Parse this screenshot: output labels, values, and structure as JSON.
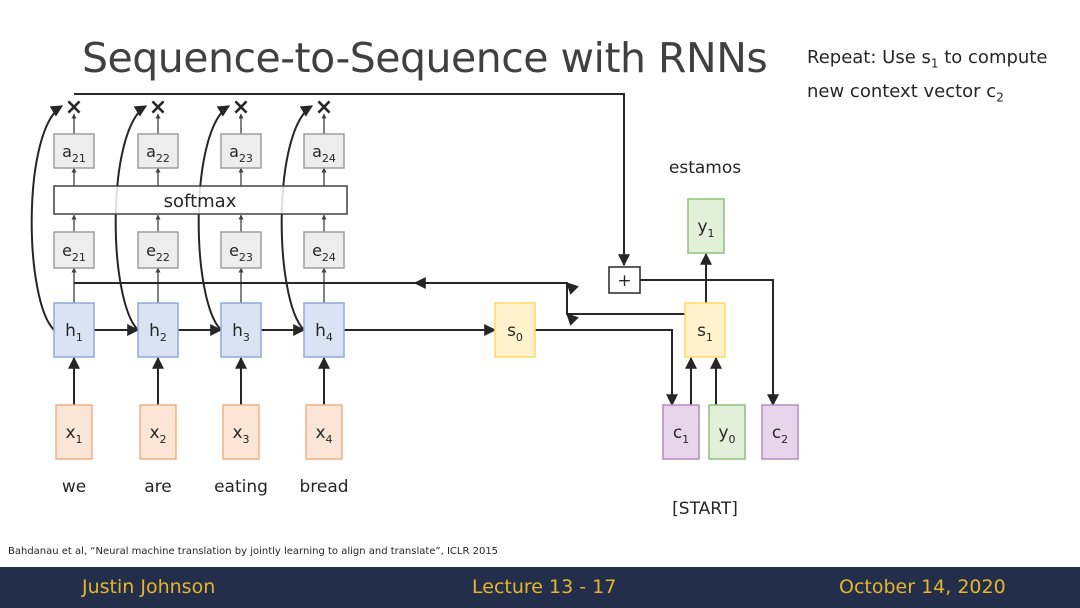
{
  "title": "Sequence-to-Sequence with RNNs",
  "note": {
    "line1_pre": "Repeat: Use s",
    "line1_sub": "1",
    "line1_post": " to compute",
    "line2_pre": "new context vector c",
    "line2_sub": "2"
  },
  "encoder": {
    "inputs": [
      {
        "base": "x",
        "sub": "1"
      },
      {
        "base": "x",
        "sub": "2"
      },
      {
        "base": "x",
        "sub": "3"
      },
      {
        "base": "x",
        "sub": "4"
      }
    ],
    "hidden": [
      {
        "base": "h",
        "sub": "1"
      },
      {
        "base": "h",
        "sub": "2"
      },
      {
        "base": "h",
        "sub": "3"
      },
      {
        "base": "h",
        "sub": "4"
      }
    ],
    "scores": [
      {
        "base": "e",
        "sub": "21"
      },
      {
        "base": "e",
        "sub": "22"
      },
      {
        "base": "e",
        "sub": "23"
      },
      {
        "base": "e",
        "sub": "24"
      }
    ],
    "weights": [
      {
        "base": "a",
        "sub": "21"
      },
      {
        "base": "a",
        "sub": "22"
      },
      {
        "base": "a",
        "sub": "23"
      },
      {
        "base": "a",
        "sub": "24"
      }
    ],
    "words": [
      "we",
      "are",
      "eating",
      "bread"
    ]
  },
  "softmax_label": "softmax",
  "multiply_symbol": "×",
  "plus_symbol": "+",
  "decoder": {
    "s0": {
      "base": "s",
      "sub": "0"
    },
    "s1": {
      "base": "s",
      "sub": "1"
    },
    "c1": {
      "base": "c",
      "sub": "1"
    },
    "y0": {
      "base": "y",
      "sub": "0"
    },
    "c2": {
      "base": "c",
      "sub": "2"
    },
    "y1": {
      "base": "y",
      "sub": "1"
    },
    "output_word": "estamos",
    "start_token": "[START]"
  },
  "citation": "Bahdanau et al, “Neural machine translation by jointly learning to align and translate”, ICLR 2015",
  "footer": {
    "author": "Justin Johnson",
    "lecture": "Lecture 13 - 17",
    "date": "October 14, 2020"
  },
  "colors": {
    "x_fill": "#fbe5d6",
    "x_stroke": "#f4b183",
    "h_fill": "#dae3f3",
    "h_stroke": "#8faadc",
    "s_fill": "#fff2cc",
    "s_stroke": "#ffd966",
    "c_fill": "#e8d5ec",
    "c_stroke": "#b68bc4",
    "y_fill": "#e2f0d9",
    "y_stroke": "#8fc17a",
    "g_fill": "#ededed",
    "g_stroke": "#9e9e9e",
    "footer_bg": "#232f4a",
    "footer_text": "#e7b52c"
  }
}
